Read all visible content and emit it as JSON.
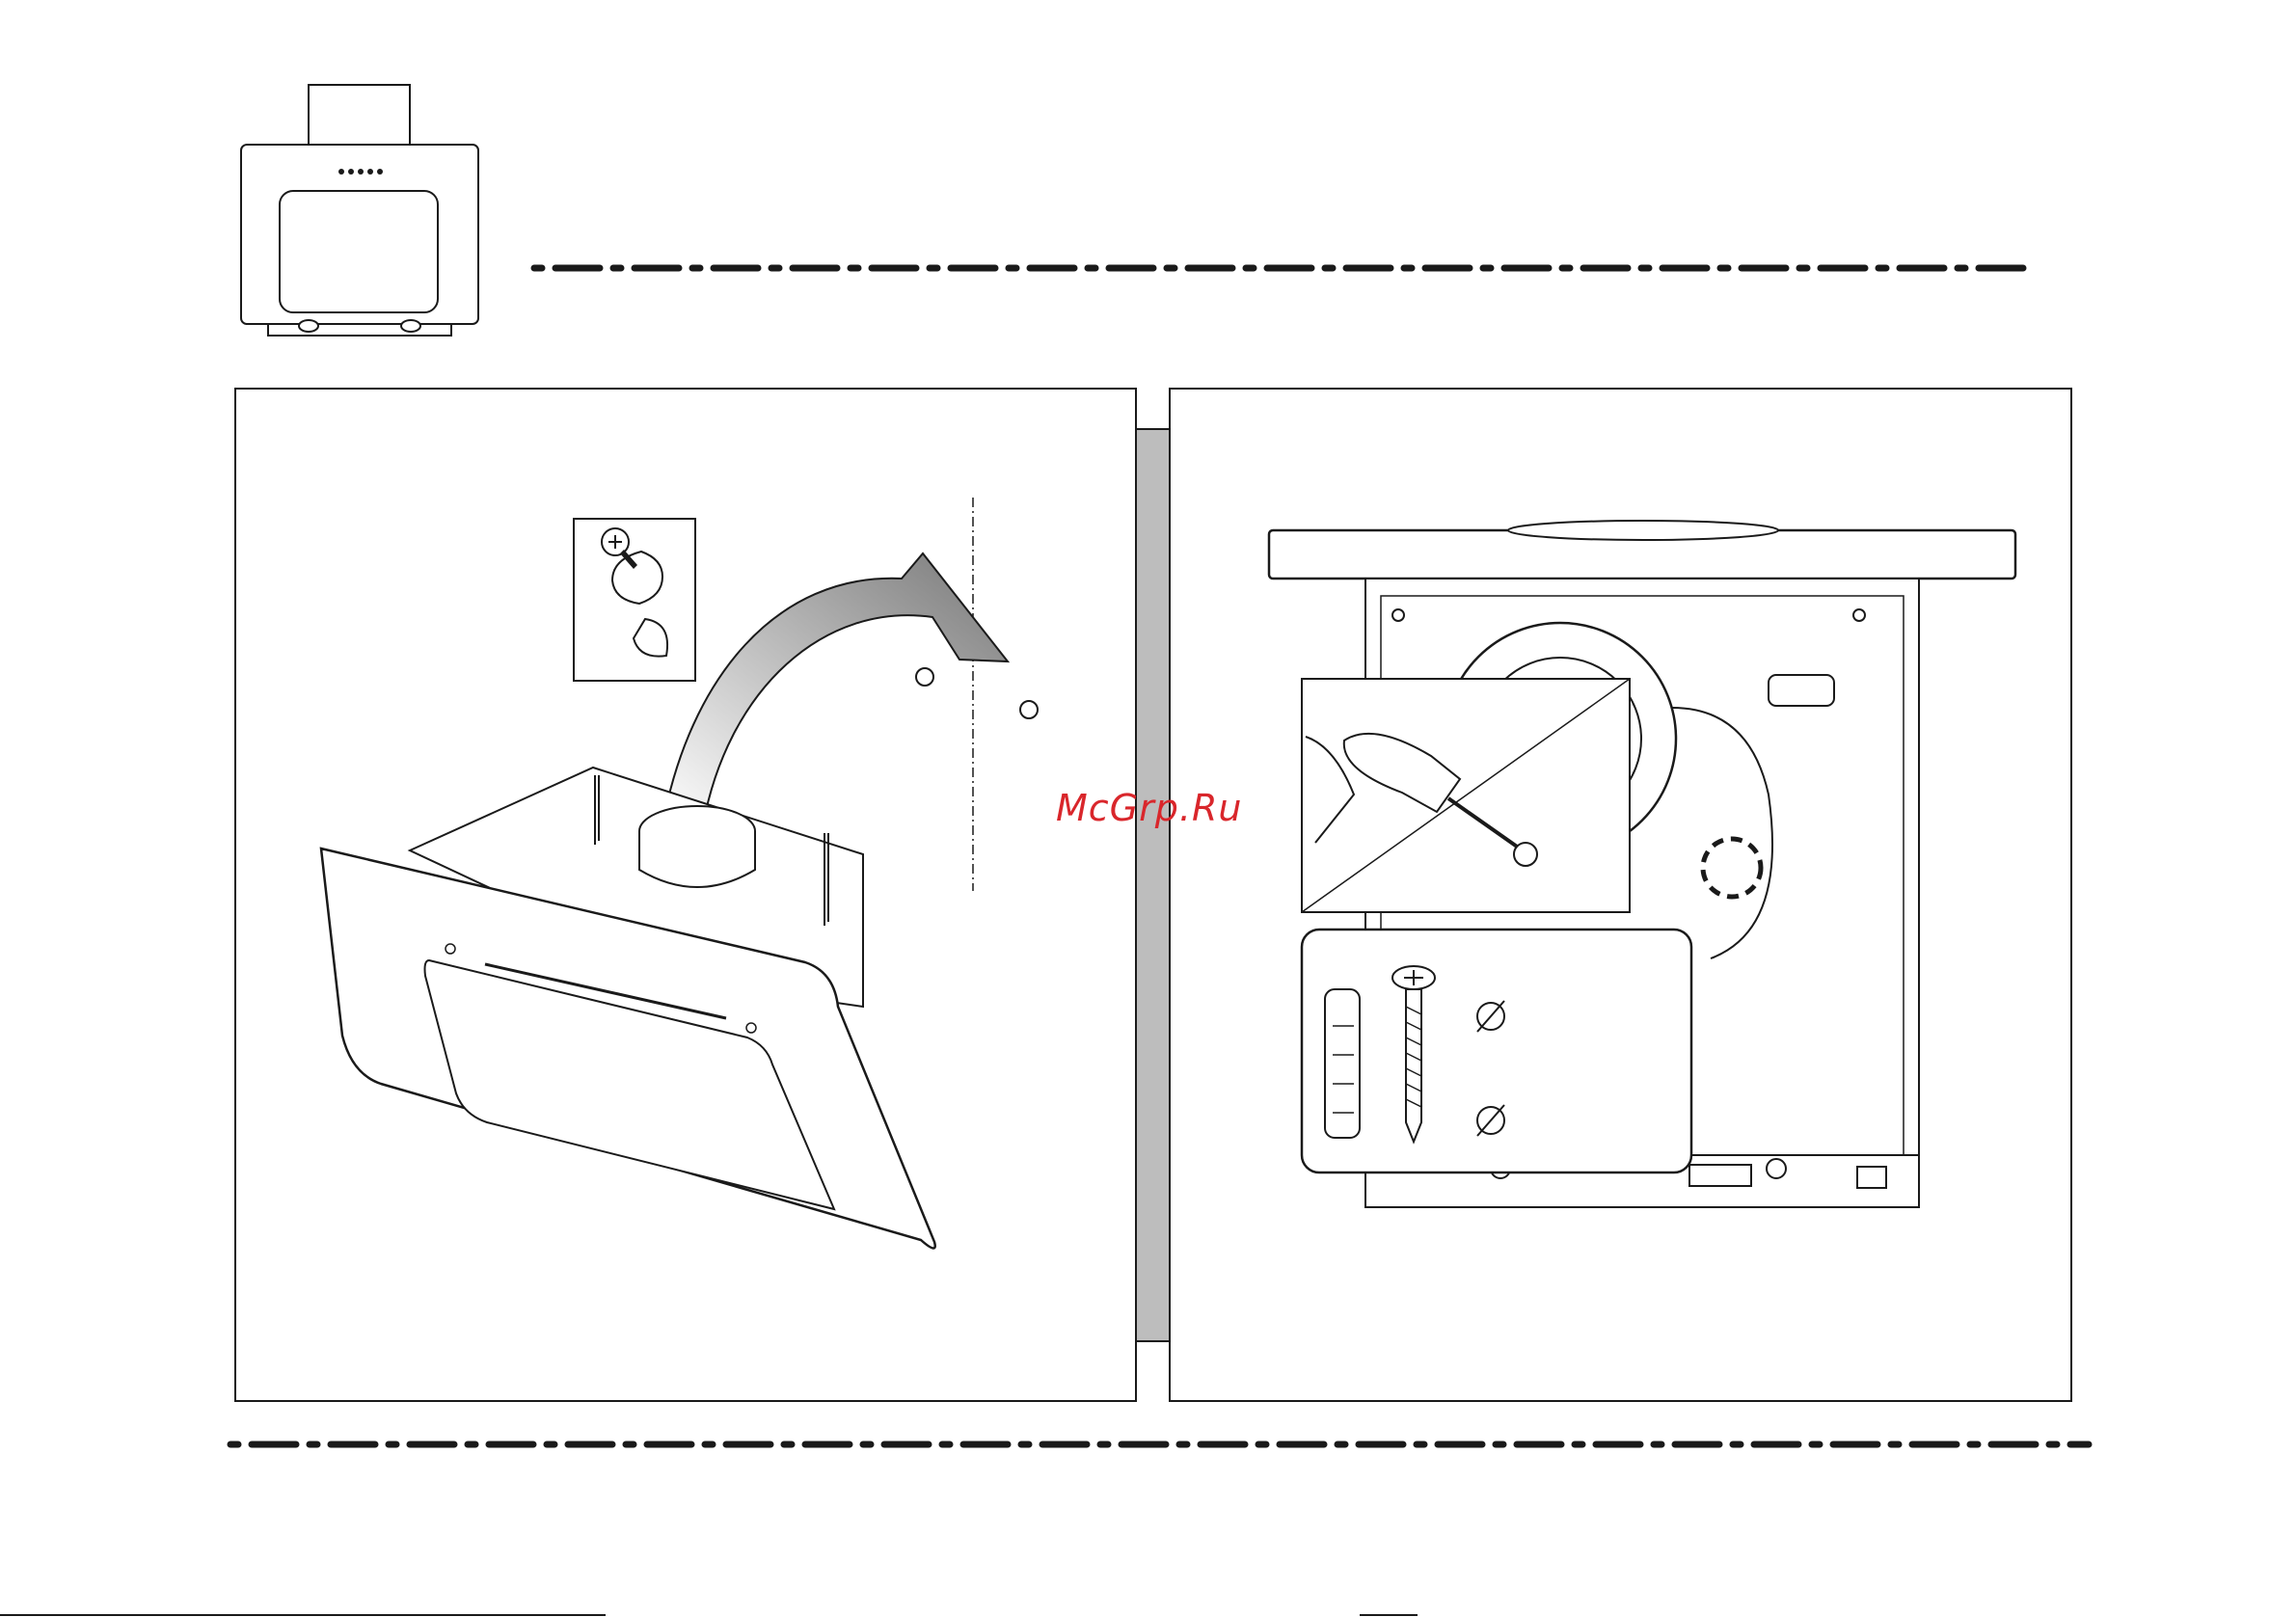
{
  "watermark": {
    "text": "McGrp.Ru"
  },
  "illustrations": {
    "hood_icon": "range-hood-front-view",
    "left_step": "mount-hood-on-wall-hooks",
    "right_step": "fix-hood-with-screws",
    "screw_detail": "screw-into-keyhole-slot",
    "wall_plug_screw": "wall-plug-and-screw"
  },
  "colors": {
    "line": "#1a1a1a",
    "spine": "#bdbdbd",
    "watermark": "#d9262b"
  }
}
